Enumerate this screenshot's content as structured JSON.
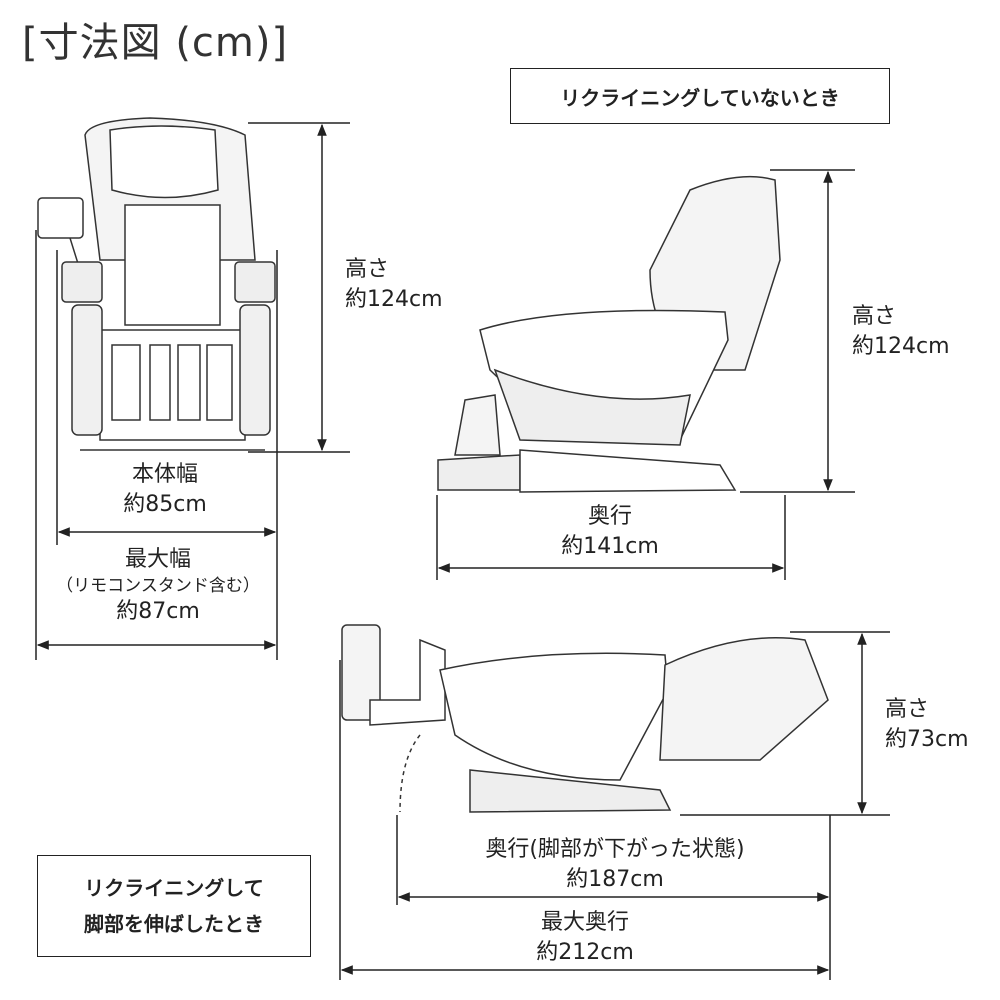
{
  "title": "[寸法図 (cm)]",
  "upright_box": "リクライニングしていないとき",
  "reclined_box": [
    "リクライニングして",
    "脚部を伸ばしたとき"
  ],
  "front": {
    "height_label": "高さ",
    "height_value": "約124cm",
    "body_width_label": "本体幅",
    "body_width_value": "約85cm",
    "max_width_label": "最大幅",
    "max_width_note": "（リモコンスタンド含む）",
    "max_width_value": "約87cm"
  },
  "side": {
    "height_label": "高さ",
    "height_value": "約124cm",
    "depth_label": "奥行",
    "depth_value": "約141cm"
  },
  "reclined": {
    "height_label": "高さ",
    "height_value": "約73cm",
    "depth_label": "奥行(脚部が下がった状態)",
    "depth_value": "約187cm",
    "max_depth_label": "最大奥行",
    "max_depth_value": "約212cm"
  }
}
